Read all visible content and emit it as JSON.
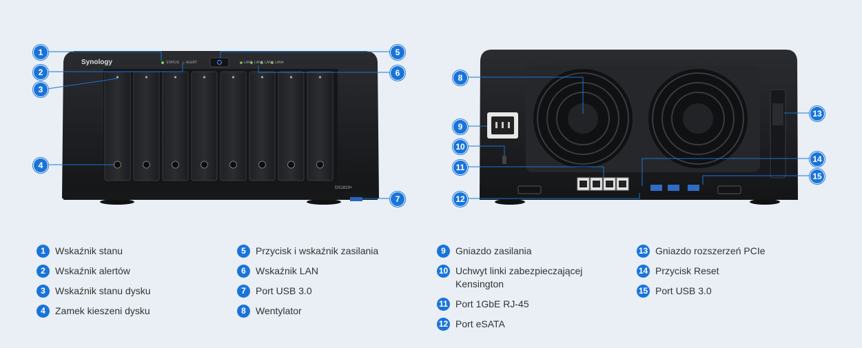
{
  "device": {
    "brand": "Synology",
    "model": "DS1819+",
    "status_led_label": "STATUS",
    "alert_led_label": "ALERT",
    "lan_led_labels": [
      "LAN1",
      "LAN2",
      "LAN3",
      "LAN4"
    ]
  },
  "callouts": [
    "1",
    "2",
    "3",
    "4",
    "5",
    "6",
    "7",
    "8",
    "9",
    "10",
    "11",
    "12",
    "13",
    "14",
    "15"
  ],
  "legend": [
    {
      "num": "1",
      "text": "Wskaźnik stanu"
    },
    {
      "num": "2",
      "text": "Wskaźnik alertów"
    },
    {
      "num": "3",
      "text": "Wskaźnik stanu dysku"
    },
    {
      "num": "4",
      "text": "Zamek kieszeni dysku"
    },
    {
      "num": "5",
      "text": "Przycisk i wskaźnik zasilania"
    },
    {
      "num": "6",
      "text": "Wskaźnik LAN"
    },
    {
      "num": "7",
      "text": "Port USB 3.0"
    },
    {
      "num": "8",
      "text": "Wentylator"
    },
    {
      "num": "9",
      "text": "Gniazdo zasilania"
    },
    {
      "num": "10",
      "text": "Uchwyt linki zabezpieczającej Kensington"
    },
    {
      "num": "11",
      "text": "Port 1GbE RJ-45"
    },
    {
      "num": "12",
      "text": "Port eSATA"
    },
    {
      "num": "13",
      "text": "Gniazdo rozszerzeń PCIe"
    },
    {
      "num": "14",
      "text": "Przycisk Reset"
    },
    {
      "num": "15",
      "text": "Port USB 3.0"
    }
  ],
  "colors": {
    "accent": "#1a74d8",
    "chassis": "#1e1f22",
    "background": "#e9eff5"
  }
}
